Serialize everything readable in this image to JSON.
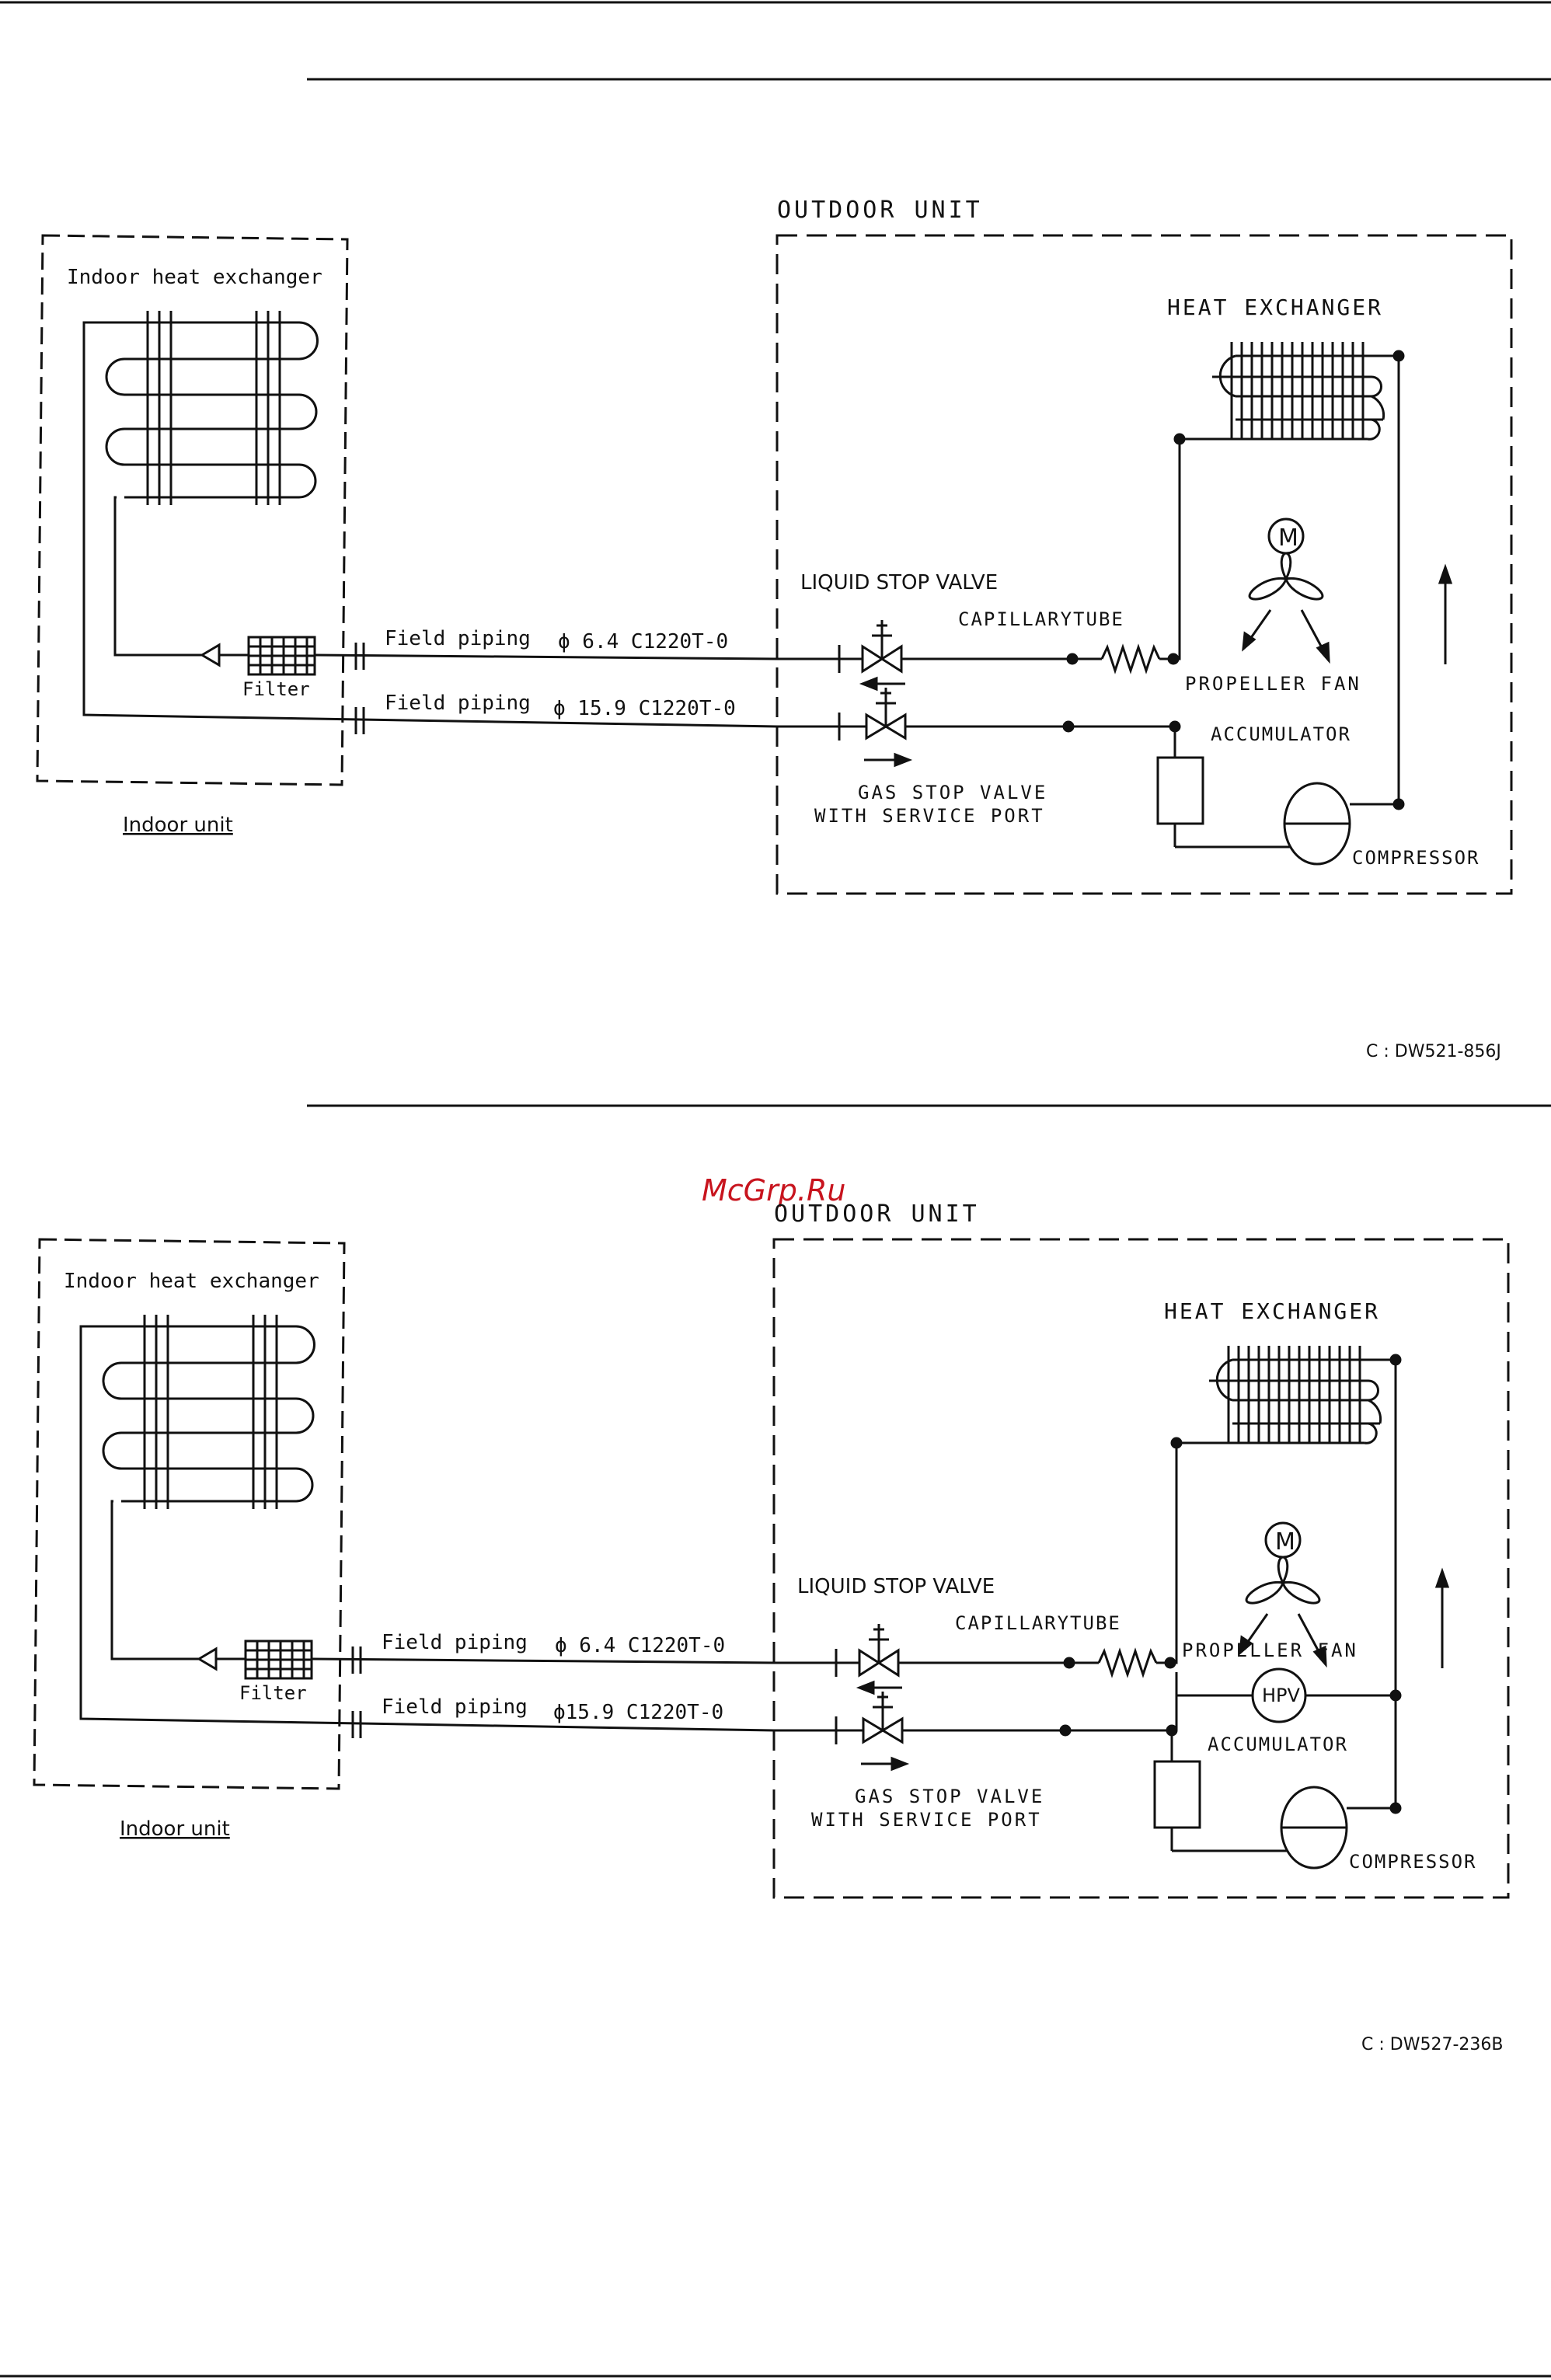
{
  "diagrams": [
    {
      "indoor_heat_exchanger": "Indoor heat exchanger",
      "filter": "Filter",
      "indoor_unit": "Indoor unit",
      "outdoor_unit": "OUTDOOR UNIT",
      "heat_exchanger": "HEAT EXCHANGER",
      "liquid_stop_valve": "LIQUID STOP VALVE",
      "capillary_tube": "CAPILLARYTUBE",
      "propeller_fan": "PROPELLER FAN",
      "accumulator": "ACCUMULATOR",
      "compressor": "COMPRESSOR",
      "gas_stop_valve": "GAS STOP VALVE",
      "service_port": "WITH SERVICE PORT",
      "field_piping_liquid": "Field piping",
      "liquid_pipe_size": "ϕ 6.4 C1220T-0",
      "field_piping_gas": "Field piping",
      "gas_pipe_size": "ϕ 15.9 C1220T-0",
      "motor": "M",
      "code": "C : DW521-856J"
    },
    {
      "indoor_heat_exchanger": "Indoor heat exchanger",
      "filter": "Filter",
      "indoor_unit": "Indoor unit",
      "outdoor_unit": "OUTDOOR UNIT",
      "heat_exchanger": "HEAT EXCHANGER",
      "liquid_stop_valve": "LIQUID STOP VALVE",
      "capillary_tube": "CAPILLARYTUBE",
      "propeller_fan": "PROPELLER FAN",
      "accumulator": "ACCUMULATOR",
      "compressor": "COMPRESSOR",
      "gas_stop_valve": "GAS STOP VALVE",
      "service_port": "WITH SERVICE PORT",
      "field_piping_liquid": "Field piping",
      "liquid_pipe_size": "ϕ 6.4 C1220T-0",
      "field_piping_gas": "Field piping",
      "gas_pipe_size": "ϕ15.9 C1220T-0",
      "motor": "M",
      "hpv": "HPV",
      "code": "C : DW527-236B"
    }
  ],
  "watermark": "McGrp.Ru"
}
